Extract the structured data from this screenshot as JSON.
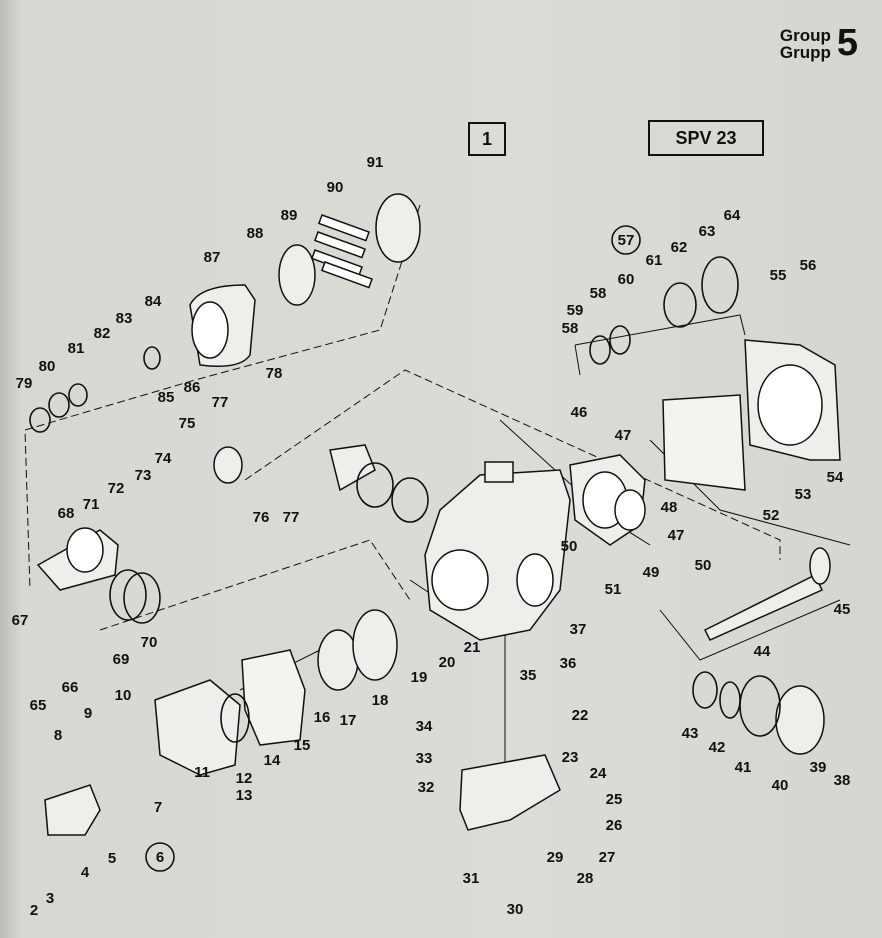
{
  "header": {
    "group_en": "Group",
    "group_sv": "Grupp",
    "group_number": "5"
  },
  "box_label_1": "1",
  "box_label_spv": "SPV 23",
  "circled": {
    "c57": "57",
    "c6": "6"
  },
  "callouts": [
    "2",
    "3",
    "4",
    "5",
    "6",
    "7",
    "8",
    "9",
    "10",
    "11",
    "12",
    "13",
    "14",
    "15",
    "16",
    "17",
    "18",
    "19",
    "20",
    "21",
    "22",
    "23",
    "24",
    "25",
    "26",
    "27",
    "28",
    "29",
    "30",
    "31",
    "32",
    "33",
    "34",
    "35",
    "36",
    "37",
    "38",
    "39",
    "40",
    "41",
    "42",
    "43",
    "44",
    "45",
    "46",
    "47",
    "48",
    "49",
    "50",
    "51",
    "52",
    "53",
    "54",
    "55",
    "56",
    "57",
    "58",
    "59",
    "60",
    "61",
    "62",
    "63",
    "64",
    "65",
    "66",
    "67",
    "68",
    "69",
    "70",
    "71",
    "72",
    "73",
    "74",
    "75",
    "76",
    "77",
    "78",
    "79",
    "80",
    "81",
    "82",
    "83",
    "84",
    "85",
    "86",
    "87",
    "88",
    "89",
    "90",
    "91"
  ],
  "colors": {
    "paper": "#dad9d4",
    "ink": "#111111",
    "part_fill": "#efeeea"
  }
}
